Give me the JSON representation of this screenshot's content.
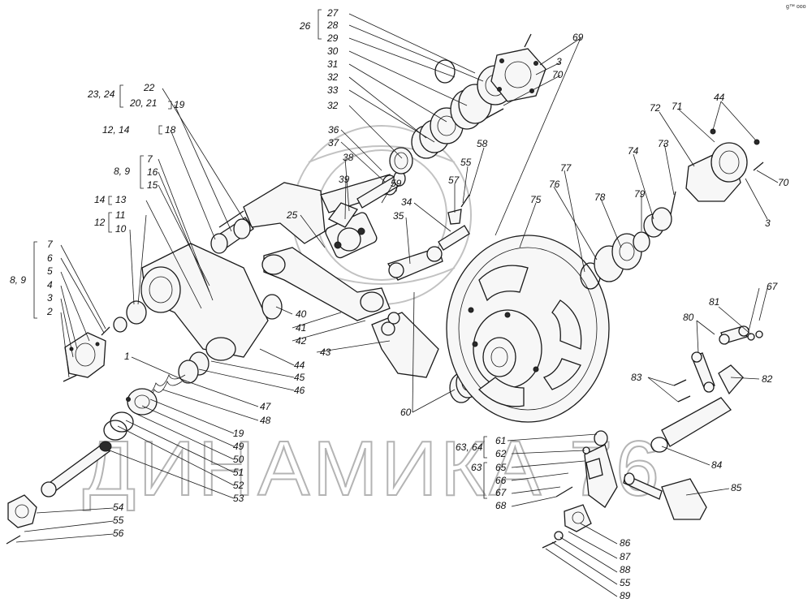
{
  "watermark": {
    "text": "ДИНАМИКА 76",
    "corner_mark": "g™ ooo"
  },
  "callouts": [
    {
      "id": "c1",
      "text": "27"
    },
    {
      "id": "c2",
      "text": "28"
    },
    {
      "id": "c3",
      "text": "29"
    },
    {
      "id": "c4",
      "text": "26"
    },
    {
      "id": "c5",
      "text": "30"
    },
    {
      "id": "c6",
      "text": "31"
    },
    {
      "id": "c7",
      "text": "32"
    },
    {
      "id": "c8",
      "text": "33"
    },
    {
      "id": "c9",
      "text": "32"
    },
    {
      "id": "c10",
      "text": "69"
    },
    {
      "id": "c11",
      "text": "3"
    },
    {
      "id": "c12",
      "text": "70"
    },
    {
      "id": "c13",
      "text": "22"
    },
    {
      "id": "c14",
      "text": "23, 24"
    },
    {
      "id": "c15",
      "text": "20, 21"
    },
    {
      "id": "c16",
      "text": "19"
    },
    {
      "id": "c17",
      "text": "12, 14"
    },
    {
      "id": "c18",
      "text": "18"
    },
    {
      "id": "c19",
      "text": "36"
    },
    {
      "id": "c20",
      "text": "37"
    },
    {
      "id": "c21",
      "text": "38"
    },
    {
      "id": "c22",
      "text": "8, 9"
    },
    {
      "id": "c23",
      "text": "7"
    },
    {
      "id": "c24",
      "text": "16"
    },
    {
      "id": "c25",
      "text": "15"
    },
    {
      "id": "c26",
      "text": "39"
    },
    {
      "id": "c27",
      "text": "59"
    },
    {
      "id": "c28",
      "text": "58"
    },
    {
      "id": "c29",
      "text": "55"
    },
    {
      "id": "c30",
      "text": "57"
    },
    {
      "id": "c31",
      "text": "14"
    },
    {
      "id": "c32",
      "text": "13"
    },
    {
      "id": "c33",
      "text": "12"
    },
    {
      "id": "c34",
      "text": "11"
    },
    {
      "id": "c35",
      "text": "10"
    },
    {
      "id": "c36",
      "text": "25"
    },
    {
      "id": "c37",
      "text": "34"
    },
    {
      "id": "c38",
      "text": "35"
    },
    {
      "id": "c39",
      "text": "75"
    },
    {
      "id": "c40",
      "text": "77"
    },
    {
      "id": "c41",
      "text": "76"
    },
    {
      "id": "c42",
      "text": "78"
    },
    {
      "id": "c43",
      "text": "74"
    },
    {
      "id": "c44",
      "text": "73"
    },
    {
      "id": "c45",
      "text": "79"
    },
    {
      "id": "c46",
      "text": "72"
    },
    {
      "id": "c47",
      "text": "71"
    },
    {
      "id": "c48",
      "text": "44"
    },
    {
      "id": "c49",
      "text": "70"
    },
    {
      "id": "c50",
      "text": "3"
    },
    {
      "id": "c51",
      "text": "7"
    },
    {
      "id": "c52",
      "text": "6"
    },
    {
      "id": "c53",
      "text": "5"
    },
    {
      "id": "c54",
      "text": "4"
    },
    {
      "id": "c55",
      "text": "3"
    },
    {
      "id": "c56",
      "text": "2"
    },
    {
      "id": "c57",
      "text": "8, 9"
    },
    {
      "id": "c58",
      "text": "40"
    },
    {
      "id": "c59",
      "text": "41"
    },
    {
      "id": "c60",
      "text": "42"
    },
    {
      "id": "c61",
      "text": "43"
    },
    {
      "id": "c62",
      "text": "44"
    },
    {
      "id": "c63",
      "text": "45"
    },
    {
      "id": "c64",
      "text": "46"
    },
    {
      "id": "c65",
      "text": "1"
    },
    {
      "id": "c66",
      "text": "47"
    },
    {
      "id": "c67",
      "text": "48"
    },
    {
      "id": "c68",
      "text": "19"
    },
    {
      "id": "c69",
      "text": "49"
    },
    {
      "id": "c70",
      "text": "50"
    },
    {
      "id": "c71",
      "text": "51"
    },
    {
      "id": "c72",
      "text": "52"
    },
    {
      "id": "c73",
      "text": "53"
    },
    {
      "id": "c74",
      "text": "60"
    },
    {
      "id": "c75",
      "text": "67"
    },
    {
      "id": "c76",
      "text": "81"
    },
    {
      "id": "c77",
      "text": "80"
    },
    {
      "id": "c78",
      "text": "82"
    },
    {
      "id": "c79",
      "text": "83"
    },
    {
      "id": "c80",
      "text": "61"
    },
    {
      "id": "c81",
      "text": "63, 64"
    },
    {
      "id": "c82",
      "text": "62"
    },
    {
      "id": "c83",
      "text": "65"
    },
    {
      "id": "c84",
      "text": "63"
    },
    {
      "id": "c85",
      "text": "66"
    },
    {
      "id": "c86",
      "text": "67"
    },
    {
      "id": "c87",
      "text": "68"
    },
    {
      "id": "c88",
      "text": "84"
    },
    {
      "id": "c89",
      "text": "85"
    },
    {
      "id": "c90",
      "text": "54"
    },
    {
      "id": "c91",
      "text": "55"
    },
    {
      "id": "c92",
      "text": "56"
    },
    {
      "id": "c93",
      "text": "86"
    },
    {
      "id": "c94",
      "text": "87"
    },
    {
      "id": "c95",
      "text": "88"
    },
    {
      "id": "c96",
      "text": "55"
    },
    {
      "id": "c97",
      "text": "89"
    }
  ]
}
